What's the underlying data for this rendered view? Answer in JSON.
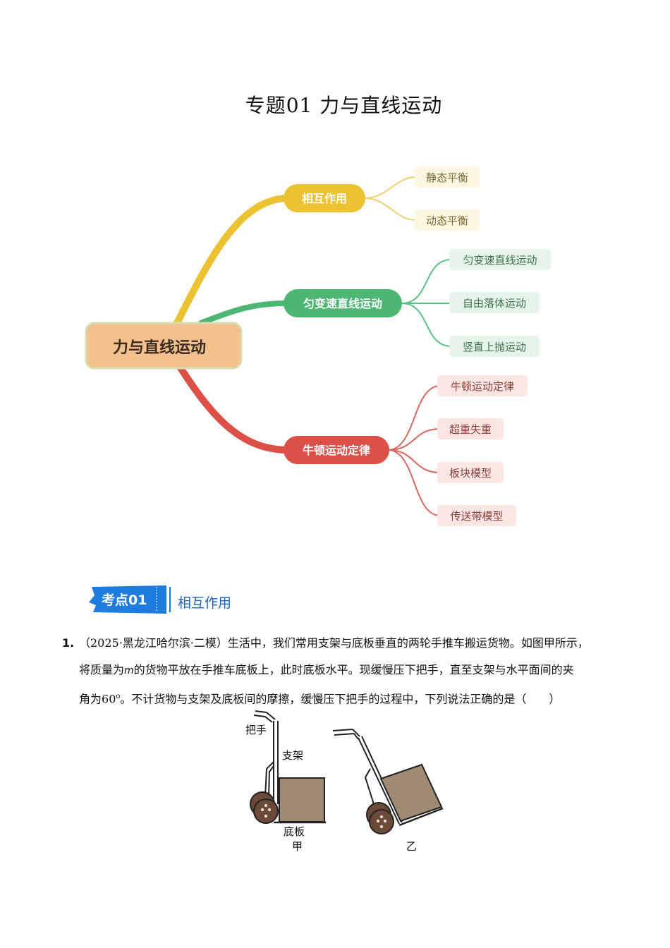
{
  "page_title": "专题01 力与直线运动",
  "mindmap": {
    "root": "力与直线运动",
    "branches": [
      {
        "label": "相互作用",
        "color": "#ecc232",
        "children": [
          "静态平衡",
          "动态平衡"
        ]
      },
      {
        "label": "匀变速直线运动",
        "color": "#4cb772",
        "children": [
          "匀变速直线运动",
          "自由落体运动",
          "竖直上抛运动"
        ]
      },
      {
        "label": "牛顿运动定律",
        "color": "#dc5048",
        "children": [
          "牛顿运动定律",
          "超重失重",
          "板块模型",
          "传送带模型"
        ]
      }
    ]
  },
  "kaodian": {
    "label": "考点01",
    "title": "相互作用"
  },
  "question": {
    "number": "1.",
    "line1": "（2025·黑龙江哈尔滨·二模）生活中，我们常用支架与底板垂直的两轮手推车搬运货物。如图甲所示，",
    "line2_a": "将质量为",
    "line2_var": "m",
    "line2_b": "的货物平放在手推车底板上，此时底板水平。现缓慢压下把手，直至支架与水平面间的夹",
    "line3_a": "角为",
    "line3_angle": "60",
    "line3_deg": "o",
    "line3_b": "。不计货物与支架及底板间的摩擦，缓慢压下把手的过程中，下列说法正确的是（　　）"
  },
  "figure": {
    "handle_label": "把手",
    "bracket_label": "支架",
    "base_label": "底板",
    "caption_a": "甲",
    "caption_b": "乙"
  }
}
